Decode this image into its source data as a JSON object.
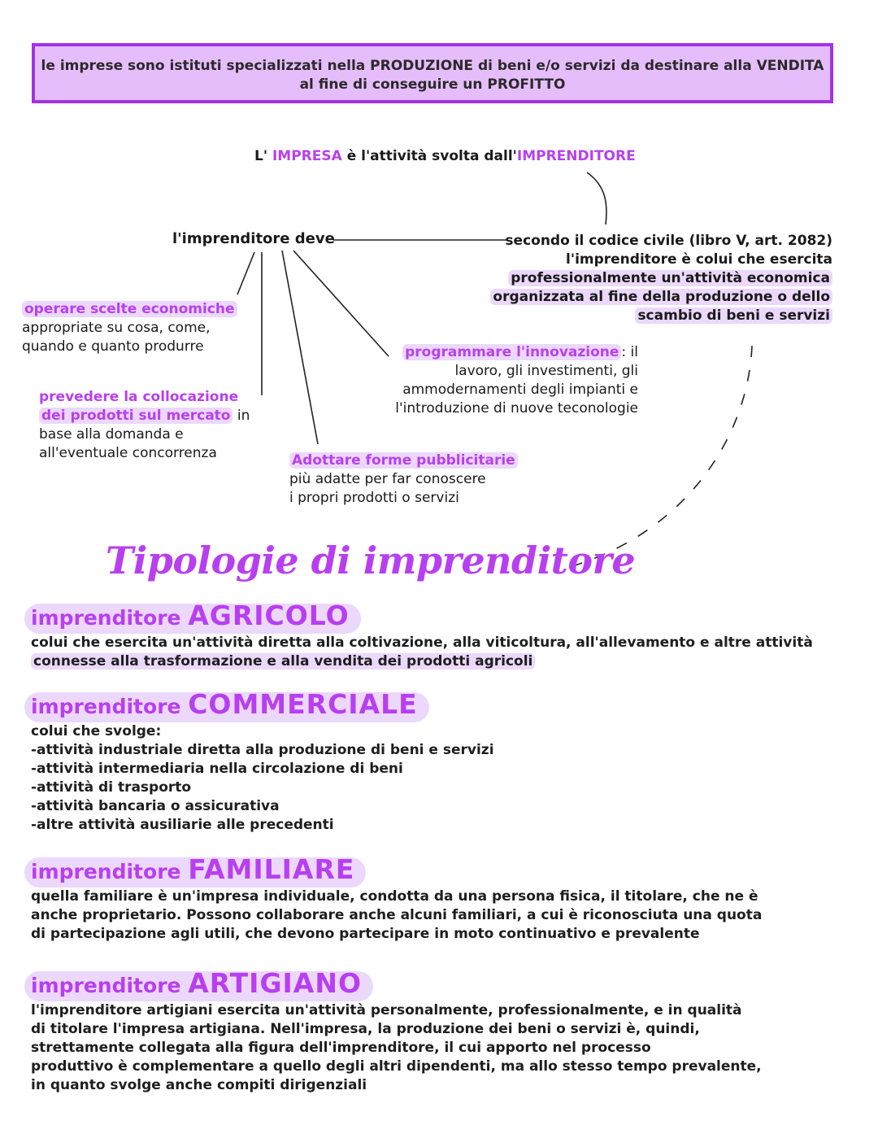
{
  "intro": {
    "line1": "le imprese sono istituti specializzati nella PRODUZIONE di beni e/o servizi da destinare alla VENDITA",
    "line2": "al fine di conseguire un PROFITTO"
  },
  "impresa_definition": {
    "prefix": "L' ",
    "impresa": "IMPRESA",
    "middle": " è l'attività svolta dall'",
    "imprenditore": "IMPRENDITORE"
  },
  "imprenditore_deve": "l'imprenditore deve",
  "codice_civile": {
    "lines": [
      "secondo il codice civile (libro V, art. 2082)",
      "l'imprenditore è colui che esercita",
      "professionalmente un'attività economica",
      "organizzata al fine della produzione o dello",
      "scambio di beni e servizi"
    ]
  },
  "branches": [
    {
      "highlight": "operare scelte economiche",
      "rest_lines": [
        "appropriate su cosa, come,",
        "quando e quanto produrre"
      ]
    },
    {
      "highlight_lines": [
        "prevedere la collocazione",
        "dei prodotti sul mercato"
      ],
      "inline": " in",
      "rest_lines": [
        "base alla domanda e",
        "all'eventuale concorrenza"
      ]
    },
    {
      "highlight": "Adottare forme pubblicitarie",
      "rest_lines": [
        "più adatte per far conoscere",
        "i propri prodotti o servizi"
      ]
    },
    {
      "highlight": "programmare l'innovazione",
      "inline": ": il",
      "rest_lines": [
        "lavoro, gli investimenti, gli",
        "ammodernamenti degli impianti e",
        "l'introduzione di nuove teconologie"
      ]
    }
  ],
  "section_title": "Tipologie di imprenditore",
  "entrepreneurs": [
    {
      "prefix": "imprenditore ",
      "type": "AGRICOLO",
      "lines": [
        "colui che esercita un'attività diretta alla coltivazione, alla viticoltura, all'allevamento e altre attività",
        "connesse alla trasformazione e alla vendita dei prodotti agricoli"
      ]
    },
    {
      "prefix": "imprenditore ",
      "type": "COMMERCIALE",
      "lines": [
        "colui che svolge:",
        "-attività industriale diretta alla produzione di beni e servizi",
        "-attività intermediaria nella circolazione di beni",
        "-attività di trasporto",
        "-attività bancaria o assicurativa",
        "-altre attività ausiliarie alle precedenti"
      ]
    },
    {
      "prefix": "imprenditore ",
      "type": "FAMILIARE",
      "lines": [
        "quella familiare è un'impresa individuale, condotta da una persona fisica, il titolare, che ne è",
        "anche proprietario. Possono collaborare anche alcuni familiari, a cui è riconosciuta una quota",
        "di partecipazione agli utili, che devono partecipare in moto continuativo e prevalente"
      ]
    },
    {
      "prefix": "imprenditore ",
      "type": "ARTIGIANO",
      "lines": [
        "l'imprenditore artigiani esercita un'attività personalmente, professionalmente, e in qualità",
        "di titolare l'impresa artigiana. Nell'impresa, la produzione dei beni o servizi è, quindi,",
        "strettamente collegata alla figura dell'imprenditore, il cui apporto nel processo",
        "produttivo è complementare a quello degli altri dipendenti, ma allo stesso tempo prevalente,",
        "in quanto svolge anche compiti dirigenziali"
      ]
    }
  ],
  "colors": {
    "accent": "#b83ff0",
    "box_fill": "#e6bdfb",
    "box_border": "#a233e5",
    "highlight": "#ecd8fb"
  }
}
